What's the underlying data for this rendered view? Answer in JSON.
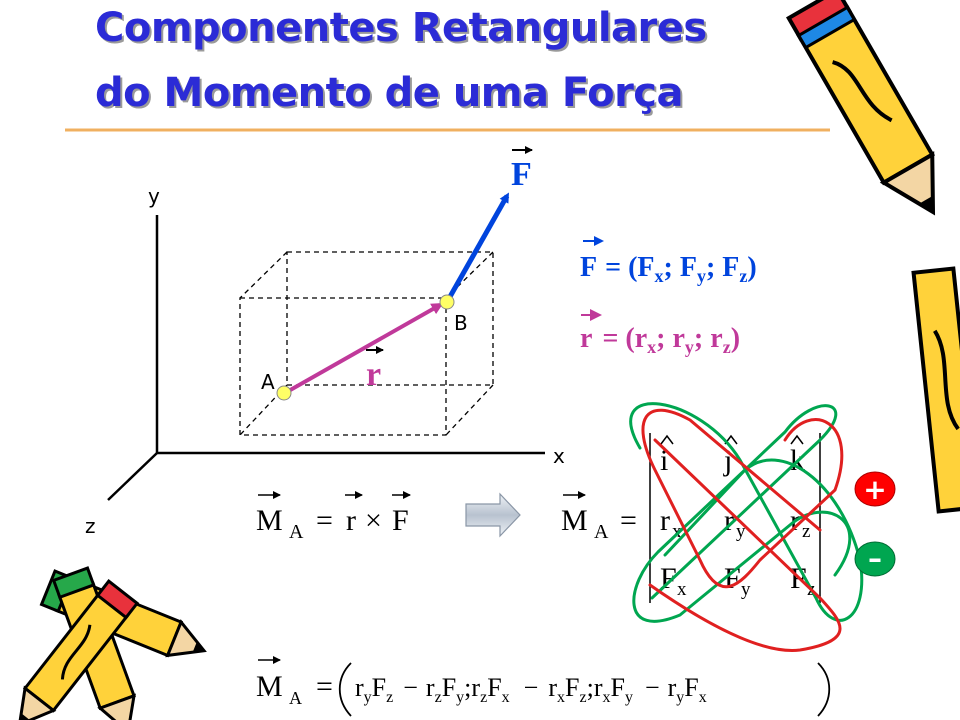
{
  "title": {
    "line1": "Componentes Retangulares",
    "line2": "do Momento de uma Força"
  },
  "axes": {
    "y": "y",
    "x": "x",
    "z": "z"
  },
  "points": {
    "a": "A",
    "b": "B"
  },
  "vectors": {
    "force": "F",
    "position": "r"
  },
  "force_eq": {
    "lhs": "F",
    "eq": "= (F",
    "x": "x",
    "s1": "; F",
    "y": "y",
    "s2": "; F",
    "z": "z",
    "close": ")"
  },
  "r_eq": {
    "lhs": "r",
    "eq": "= (r",
    "x": "x",
    "s1": "; r",
    "y": "y",
    "s2": "; r",
    "z": "z",
    "close": ")"
  },
  "moment_def": {
    "m": "M",
    "sub": "A",
    "eq": "=",
    "r": "r",
    "times": "×",
    "f": "F"
  },
  "determinant": {
    "m": "M",
    "sub": "A",
    "eq": "=",
    "rows": [
      [
        {
          "b": "i",
          "s": ""
        },
        {
          "b": "j",
          "s": ""
        },
        {
          "b": "k",
          "s": ""
        }
      ],
      [
        {
          "b": "r",
          "s": "x"
        },
        {
          "b": "r",
          "s": "y"
        },
        {
          "b": "r",
          "s": "z"
        }
      ],
      [
        {
          "b": "F",
          "s": "x"
        },
        {
          "b": "F",
          "s": "y"
        },
        {
          "b": "F",
          "s": "z"
        }
      ]
    ]
  },
  "signs": {
    "plus": "+",
    "minus": "–"
  },
  "result": {
    "m": "M",
    "sub": "A",
    "eq": "=",
    "t1a": "r",
    "t1as": "y",
    "t1b": "F",
    "t1bs": "z",
    "minus1": "−",
    "t2a": "r",
    "t2as": "z",
    "t2b": "F",
    "t2bs": "y",
    "sep1": ";",
    "t3a": "r",
    "t3as": "z",
    "t3b": "F",
    "t3bs": "x",
    "minus2": "−",
    "t4a": "r",
    "t4as": "x",
    "t4b": "F",
    "t4bs": "z",
    "sep2": ";",
    "t5a": "r",
    "t5as": "x",
    "t5b": "F",
    "t5bs": "y",
    "minus3": "−",
    "t6a": "r",
    "t6as": "y",
    "t6b": "F",
    "t6bs": "x"
  },
  "colors": {
    "title": "#2b2bd6",
    "force": "#0044dd",
    "position": "#c0399a",
    "positive": "#ff0000",
    "negative": "#00a650",
    "point": "#ffff66",
    "arrow_fill": "#c8d0dc",
    "rule": "#f0b060"
  },
  "icons": [
    "pencil-icon",
    "pencils-group-icon",
    "arrow-right-icon"
  ]
}
